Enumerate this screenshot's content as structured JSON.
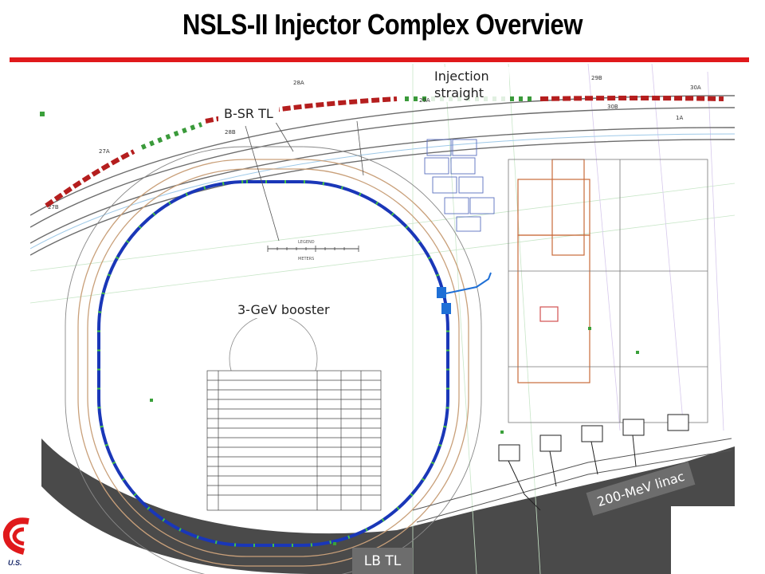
{
  "title": "NSLS-II Injector Complex Overview",
  "labels": {
    "bsr_tl": "B-SR TL",
    "injection": "Injection straight",
    "booster": "3-GeV booster",
    "lb_tl": "LB TL",
    "linac": "200-MeV linac"
  },
  "plan_marks": {
    "sector_tags": [
      "27A",
      "27B",
      "28A",
      "28B",
      "29A",
      "29B",
      "30A",
      "30B",
      "1A"
    ],
    "legend_title": "LEGEND",
    "legend_unit": "METERS"
  },
  "logo": {
    "text": "U.S."
  },
  "colors": {
    "title_rule": "#e0191b",
    "booster_ring": "#1a37b8",
    "storage_ring_magnets": "#b51e1e",
    "floor_gray": "#4a4a4a",
    "label_box": "#6d6d6d"
  }
}
